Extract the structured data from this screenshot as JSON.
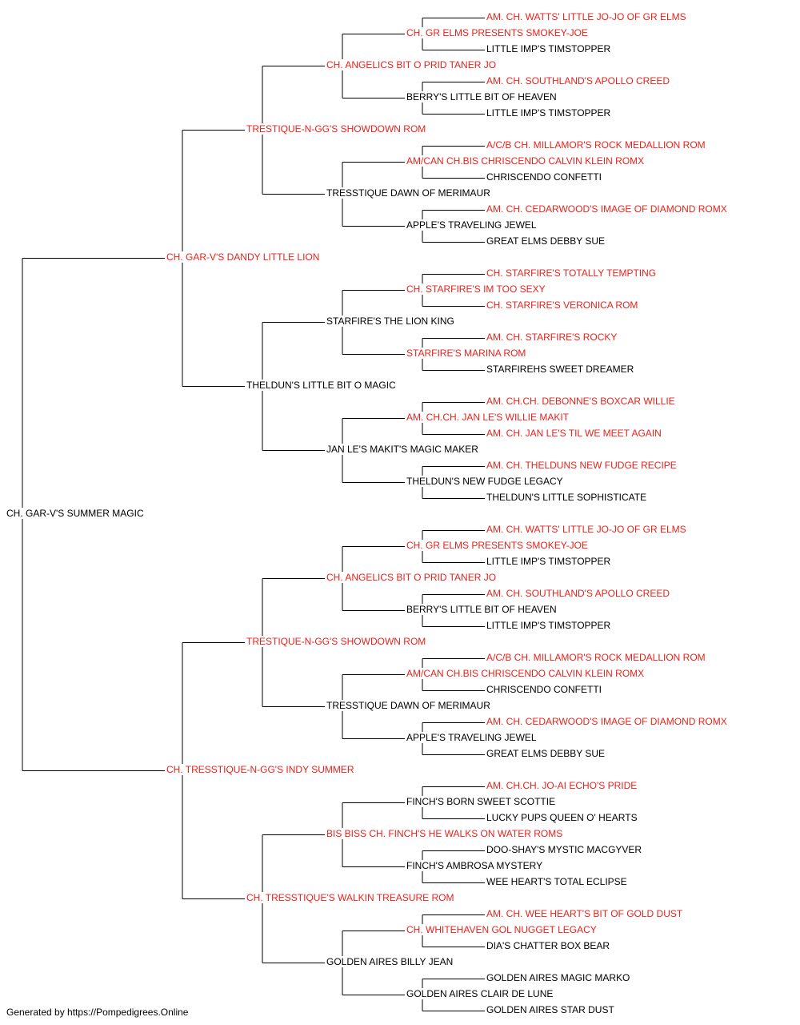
{
  "colors": {
    "champion_text": "#e8221c",
    "normal_text": "#000000",
    "connector": "#000000"
  },
  "pedigree": {
    "name": "CH. GAR-V'S SUMMER MAGIC",
    "red": false,
    "sire": {
      "name": "CH. GAR-V'S DANDY LITTLE LION",
      "red": true,
      "sire": {
        "name": "TRESTIQUE-N-GG'S SHOWDOWN ROM",
        "red": true,
        "sire": {
          "name": "CH. ANGELICS BIT O PRID TANER JO",
          "red": true,
          "sire": {
            "name": "CH. GR ELMS PRESENTS SMOKEY-JOE",
            "red": true,
            "sire": {
              "name": "AM. CH. WATTS' LITTLE JO-JO OF GR ELMS",
              "red": true
            },
            "dam": {
              "name": "LITTLE IMP'S TIMSTOPPER",
              "red": false
            }
          },
          "dam": {
            "name": "BERRY'S LITTLE BIT OF HEAVEN",
            "red": false,
            "sire": {
              "name": "AM. CH. SOUTHLAND'S APOLLO CREED",
              "red": true
            },
            "dam": {
              "name": "LITTLE IMP'S TIMSTOPPER",
              "red": false
            }
          }
        },
        "dam": {
          "name": "TRESSTIQUE DAWN OF MERIMAUR",
          "red": false,
          "sire": {
            "name": "AM/CAN CH.BIS CHRISCENDO CALVIN KLEIN ROMX",
            "red": true,
            "sire": {
              "name": "A/C/B CH. MILLAMOR'S ROCK MEDALLION ROM",
              "red": true
            },
            "dam": {
              "name": "CHRISCENDO CONFETTI",
              "red": false
            }
          },
          "dam": {
            "name": "APPLE'S TRAVELING JEWEL",
            "red": false,
            "sire": {
              "name": "AM. CH. CEDARWOOD'S IMAGE OF DIAMOND ROMX",
              "red": true
            },
            "dam": {
              "name": "GREAT ELMS DEBBY SUE",
              "red": false
            }
          }
        }
      },
      "dam": {
        "name": "THELDUN'S LITTLE BIT O MAGIC",
        "red": false,
        "sire": {
          "name": "STARFIRE'S THE LION KING",
          "red": false,
          "sire": {
            "name": "CH. STARFIRE'S IM TOO SEXY",
            "red": true,
            "sire": {
              "name": "CH. STARFIRE'S TOTALLY TEMPTING",
              "red": true
            },
            "dam": {
              "name": "CH. STARFIRE'S VERONICA ROM",
              "red": true
            }
          },
          "dam": {
            "name": "STARFIRE'S MARINA ROM",
            "red": true,
            "sire": {
              "name": "AM. CH. STARFIRE'S ROCKY",
              "red": true
            },
            "dam": {
              "name": "STARFIREHS SWEET DREAMER",
              "red": false
            }
          }
        },
        "dam": {
          "name": "JAN LE'S MAKIT'S MAGIC MAKER",
          "red": false,
          "sire": {
            "name": "AM. CH.CH. JAN LE'S WILLIE MAKIT",
            "red": true,
            "sire": {
              "name": "AM. CH.CH. DEBONNE'S BOXCAR WILLIE",
              "red": true
            },
            "dam": {
              "name": "AM. CH. JAN LE'S TIL WE MEET AGAIN",
              "red": true
            }
          },
          "dam": {
            "name": "THELDUN'S NEW FUDGE LEGACY",
            "red": false,
            "sire": {
              "name": "AM. CH. THELDUNS NEW FUDGE RECIPE",
              "red": true
            },
            "dam": {
              "name": "THELDUN'S LITTLE SOPHISTICATE",
              "red": false
            }
          }
        }
      }
    },
    "dam": {
      "name": "CH. TRESSTIQUE-N-GG'S INDY SUMMER",
      "red": true,
      "sire": {
        "name": "TRESTIQUE-N-GG'S SHOWDOWN ROM",
        "red": true,
        "sire": {
          "name": "CH. ANGELICS BIT O PRID TANER JO",
          "red": true,
          "sire": {
            "name": "CH. GR ELMS PRESENTS SMOKEY-JOE",
            "red": true,
            "sire": {
              "name": "AM. CH. WATTS' LITTLE JO-JO OF GR ELMS",
              "red": true
            },
            "dam": {
              "name": "LITTLE IMP'S TIMSTOPPER",
              "red": false
            }
          },
          "dam": {
            "name": "BERRY'S LITTLE BIT OF HEAVEN",
            "red": false,
            "sire": {
              "name": "AM. CH. SOUTHLAND'S APOLLO CREED",
              "red": true
            },
            "dam": {
              "name": "LITTLE IMP'S TIMSTOPPER",
              "red": false
            }
          }
        },
        "dam": {
          "name": "TRESSTIQUE DAWN OF MERIMAUR",
          "red": false,
          "sire": {
            "name": "AM/CAN CH.BIS CHRISCENDO CALVIN KLEIN ROMX",
            "red": true,
            "sire": {
              "name": "A/C/B CH. MILLAMOR'S ROCK MEDALLION ROM",
              "red": true
            },
            "dam": {
              "name": "CHRISCENDO CONFETTI",
              "red": false
            }
          },
          "dam": {
            "name": "APPLE'S TRAVELING JEWEL",
            "red": false,
            "sire": {
              "name": "AM. CH. CEDARWOOD'S IMAGE OF DIAMOND ROMX",
              "red": true
            },
            "dam": {
              "name": "GREAT ELMS DEBBY SUE",
              "red": false
            }
          }
        }
      },
      "dam": {
        "name": "CH. TRESSTIQUE'S WALKIN TREASURE ROM",
        "red": true,
        "sire": {
          "name": "BIS BISS CH. FINCH'S HE WALKS ON WATER ROMS",
          "red": true,
          "sire": {
            "name": "FINCH'S BORN SWEET SCOTTIE",
            "red": false,
            "sire": {
              "name": "AM. CH.CH. JO-AI ECHO'S PRIDE",
              "red": true
            },
            "dam": {
              "name": "LUCKY PUPS QUEEN O' HEARTS",
              "red": false
            }
          },
          "dam": {
            "name": "FINCH'S AMBROSA MYSTERY",
            "red": false,
            "sire": {
              "name": "DOO-SHAY'S MYSTIC MACGYVER",
              "red": false
            },
            "dam": {
              "name": "WEE HEART'S TOTAL ECLIPSE",
              "red": false
            }
          }
        },
        "dam": {
          "name": "GOLDEN AIRES BILLY JEAN",
          "red": false,
          "sire": {
            "name": "CH. WHITEHAVEN GOL NUGGET LEGACY",
            "red": true,
            "sire": {
              "name": "AM. CH. WEE HEART'S BIT OF GOLD DUST",
              "red": true
            },
            "dam": {
              "name": "DIA'S CHATTER BOX BEAR",
              "red": false
            }
          },
          "dam": {
            "name": "GOLDEN AIRES CLAIR DE LUNE",
            "red": false,
            "sire": {
              "name": "GOLDEN AIRES MAGIC MARKO",
              "red": false
            },
            "dam": {
              "name": "GOLDEN AIRES STAR DUST",
              "red": false
            }
          }
        }
      }
    }
  },
  "footer": "Generated by https://Pompedigrees.Online"
}
